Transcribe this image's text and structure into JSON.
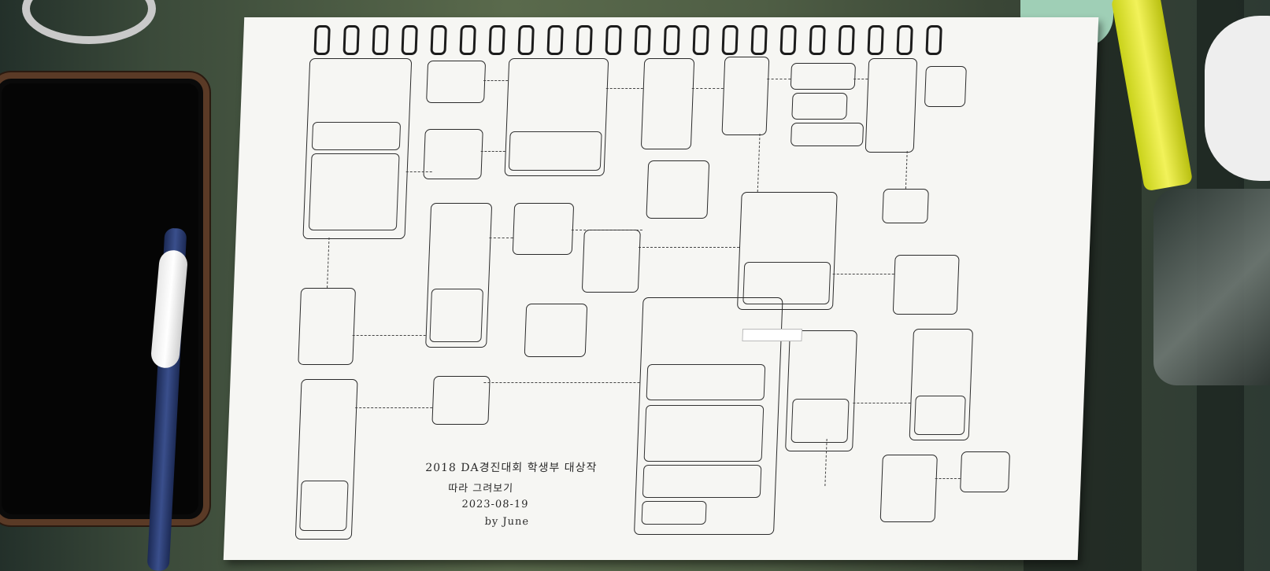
{
  "caption": {
    "line1": "2018 DA경진대회 학생부 대상작",
    "line2": "따라 그려보기",
    "date": "2023-08-19",
    "author": "by June"
  }
}
